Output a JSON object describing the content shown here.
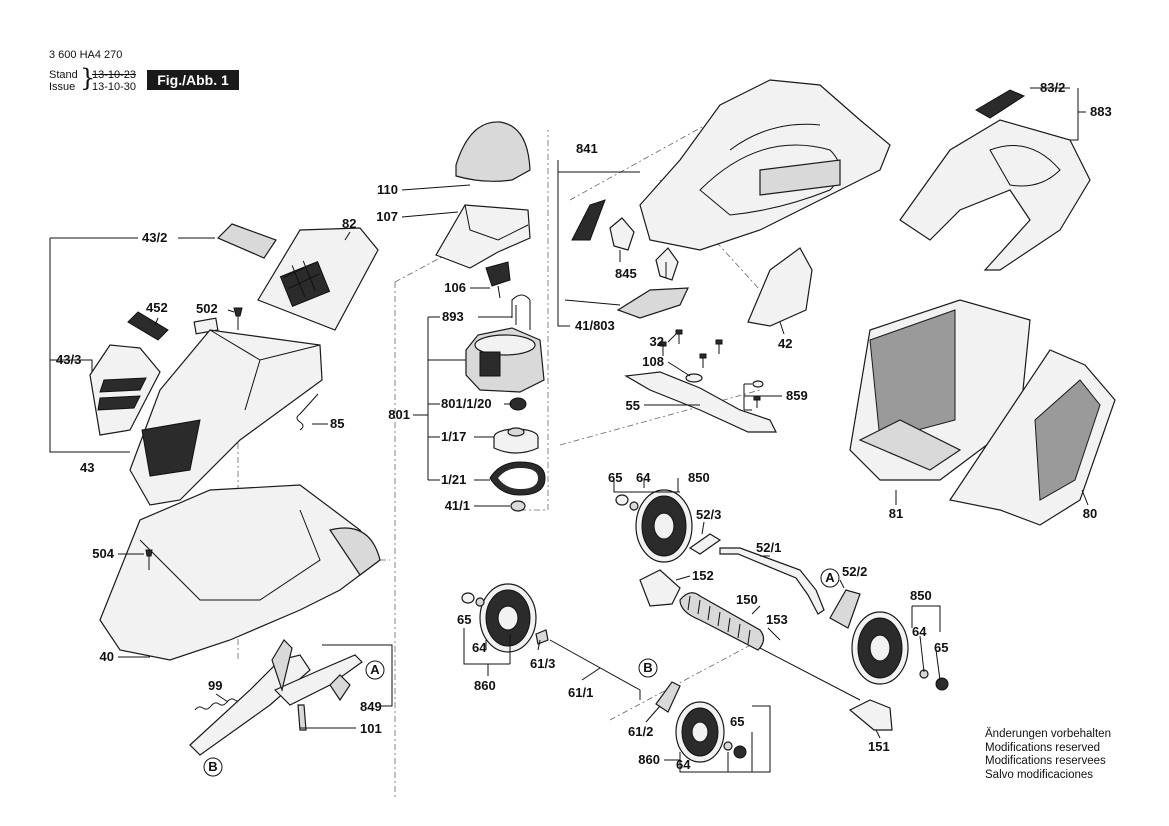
{
  "header": {
    "doc_number": "3 600 HA4 270",
    "stand_label": "Stand",
    "issue_label": "Issue",
    "stand_date": "13-10-23",
    "issue_date": "13-10-30",
    "figure_label": "Fig./Abb. 1"
  },
  "labels": {
    "p110": "110",
    "p107": "107",
    "p82": "82",
    "p43_2": "43/2",
    "p452": "452",
    "p502": "502",
    "p43_3": "43/3",
    "p85": "85",
    "p43": "43",
    "p106": "106",
    "p893": "893",
    "p801": "801",
    "p801_1_20": "801/1/20",
    "p1_17": "1/17",
    "p1_21": "1/21",
    "p41_1": "41/1",
    "p504": "504",
    "p40": "40",
    "p99": "99",
    "pA1": "A",
    "p849": "849",
    "p101": "101",
    "pB1": "B",
    "p841": "841",
    "p845": "845",
    "p41_803": "41/803",
    "p32": "32",
    "p108": "108",
    "p42": "42",
    "p859": "859",
    "p55": "55",
    "p83_2": "83/2",
    "p883": "883",
    "p81": "81",
    "p80": "80",
    "p65a": "65",
    "p64a": "64",
    "p850a": "850",
    "p52_3": "52/3",
    "p52_1": "52/1",
    "pA2": "A",
    "p52_2": "52/2",
    "p152": "152",
    "p150": "150",
    "p153": "153",
    "p850b": "850",
    "p64b": "64",
    "p65b": "65",
    "p65c": "65",
    "p64c": "64",
    "p860a": "860",
    "p61_3": "61/3",
    "p61_1": "61/1",
    "pB2": "B",
    "p61_2": "61/2",
    "p65d": "65",
    "p860b": "860",
    "p64d": "64",
    "p151": "151"
  },
  "notes": [
    "Änderungen vorbehalten",
    "Modifications reserved",
    "Modifications reservees",
    "Salvo modificaciones"
  ]
}
